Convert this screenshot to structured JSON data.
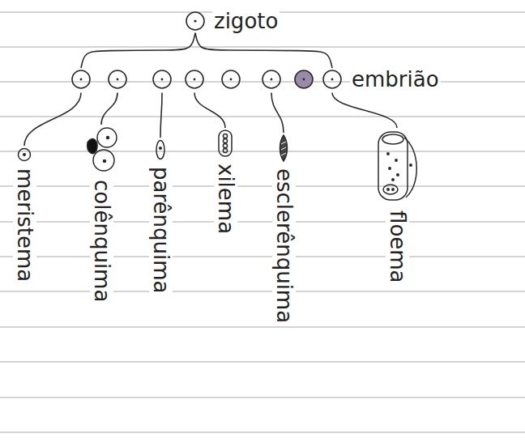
{
  "diagram": {
    "nodes": [
      {
        "text": [
          "zigoto"
        ]
      },
      {
        "text": [
          "embrião"
        ]
      },
      {
        "text": [
          "meristema"
        ]
      },
      {
        "text": [
          "colênquima"
        ]
      },
      {
        "text": [
          "parênquima"
        ]
      },
      {
        "text": [
          "xilema"
        ]
      },
      {
        "text": [
          "esclerênquima"
        ]
      },
      {
        "text": [
          "floema"
        ]
      }
    ],
    "edges": [
      {
        "from": 0,
        "to": 1,
        "arrow": "none"
      },
      {
        "from": 1,
        "to": 2,
        "arrow": "none"
      },
      {
        "from": 1,
        "to": 3,
        "arrow": "none"
      },
      {
        "from": 1,
        "to": 4,
        "arrow": "none"
      },
      {
        "from": 1,
        "to": 5,
        "arrow": "none"
      },
      {
        "from": 1,
        "to": 6,
        "arrow": "none"
      },
      {
        "from": 1,
        "to": 7,
        "arrow": "none"
      }
    ]
  }
}
